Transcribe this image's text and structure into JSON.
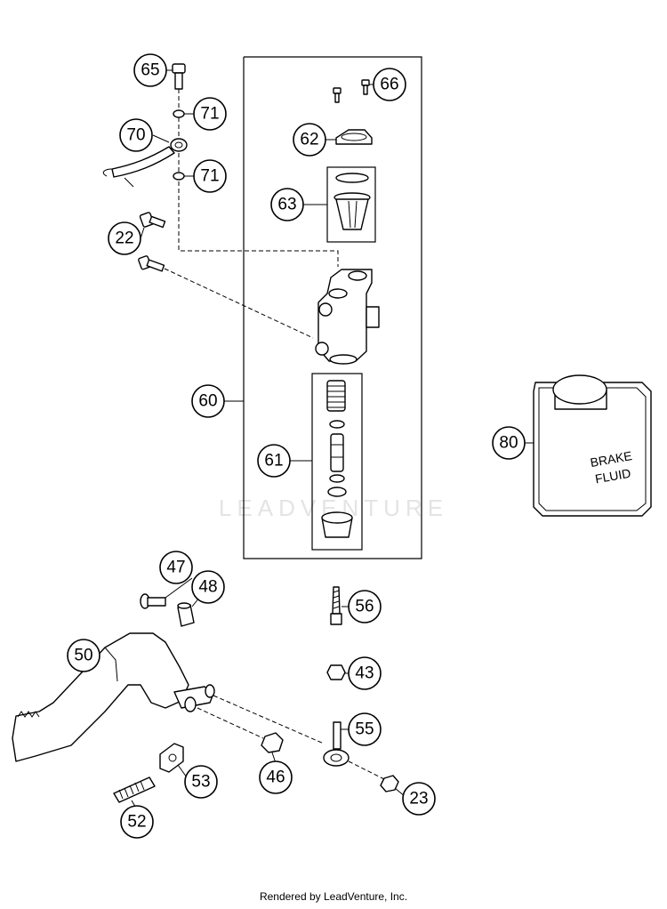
{
  "callouts": {
    "c65": "65",
    "c71a": "71",
    "c70": "70",
    "c71b": "71",
    "c66": "66",
    "c62": "62",
    "c63": "63",
    "c22": "22",
    "c60": "60",
    "c61": "61",
    "c80": "80",
    "c47": "47",
    "c48": "48",
    "c56": "56",
    "c43": "43",
    "c50": "50",
    "c55": "55",
    "c53": "53",
    "c46": "46",
    "c23": "23",
    "c52": "52"
  },
  "brake_fluid_can": {
    "line1": "BRAKE",
    "line2": "FLUID"
  },
  "watermark": "LEADVENTURE",
  "footer": "Rendered by LeadVenture, Inc."
}
